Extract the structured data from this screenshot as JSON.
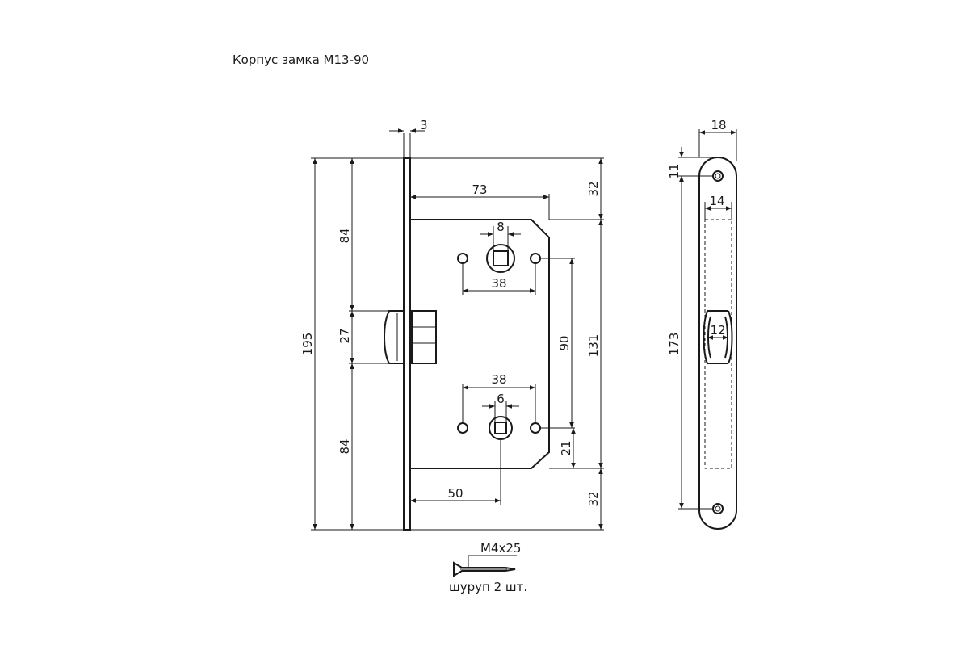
{
  "title": "Корпус замка М13-90",
  "dimensions": {
    "plate_thickness": "3",
    "total_height": "195",
    "upper_offset": "84",
    "latch_height": "27",
    "lower_offset": "84",
    "top_margin": "32",
    "body_height": "131",
    "bottom_margin": "32",
    "backset_top": "73",
    "backset_bottom": "50",
    "spindle_square": "8",
    "upper_hole_spacing": "38",
    "lower_hole_spacing": "38",
    "lower_square": "6",
    "center_distance": "90",
    "lower_offset_21": "21",
    "faceplate_width": "18",
    "faceplate_top_hole": "11",
    "faceplate_slot_width": "14",
    "faceplate_length": "173",
    "latch_width": "12"
  },
  "screw": {
    "size": "М4x25",
    "caption": "шуруп 2 шт."
  }
}
